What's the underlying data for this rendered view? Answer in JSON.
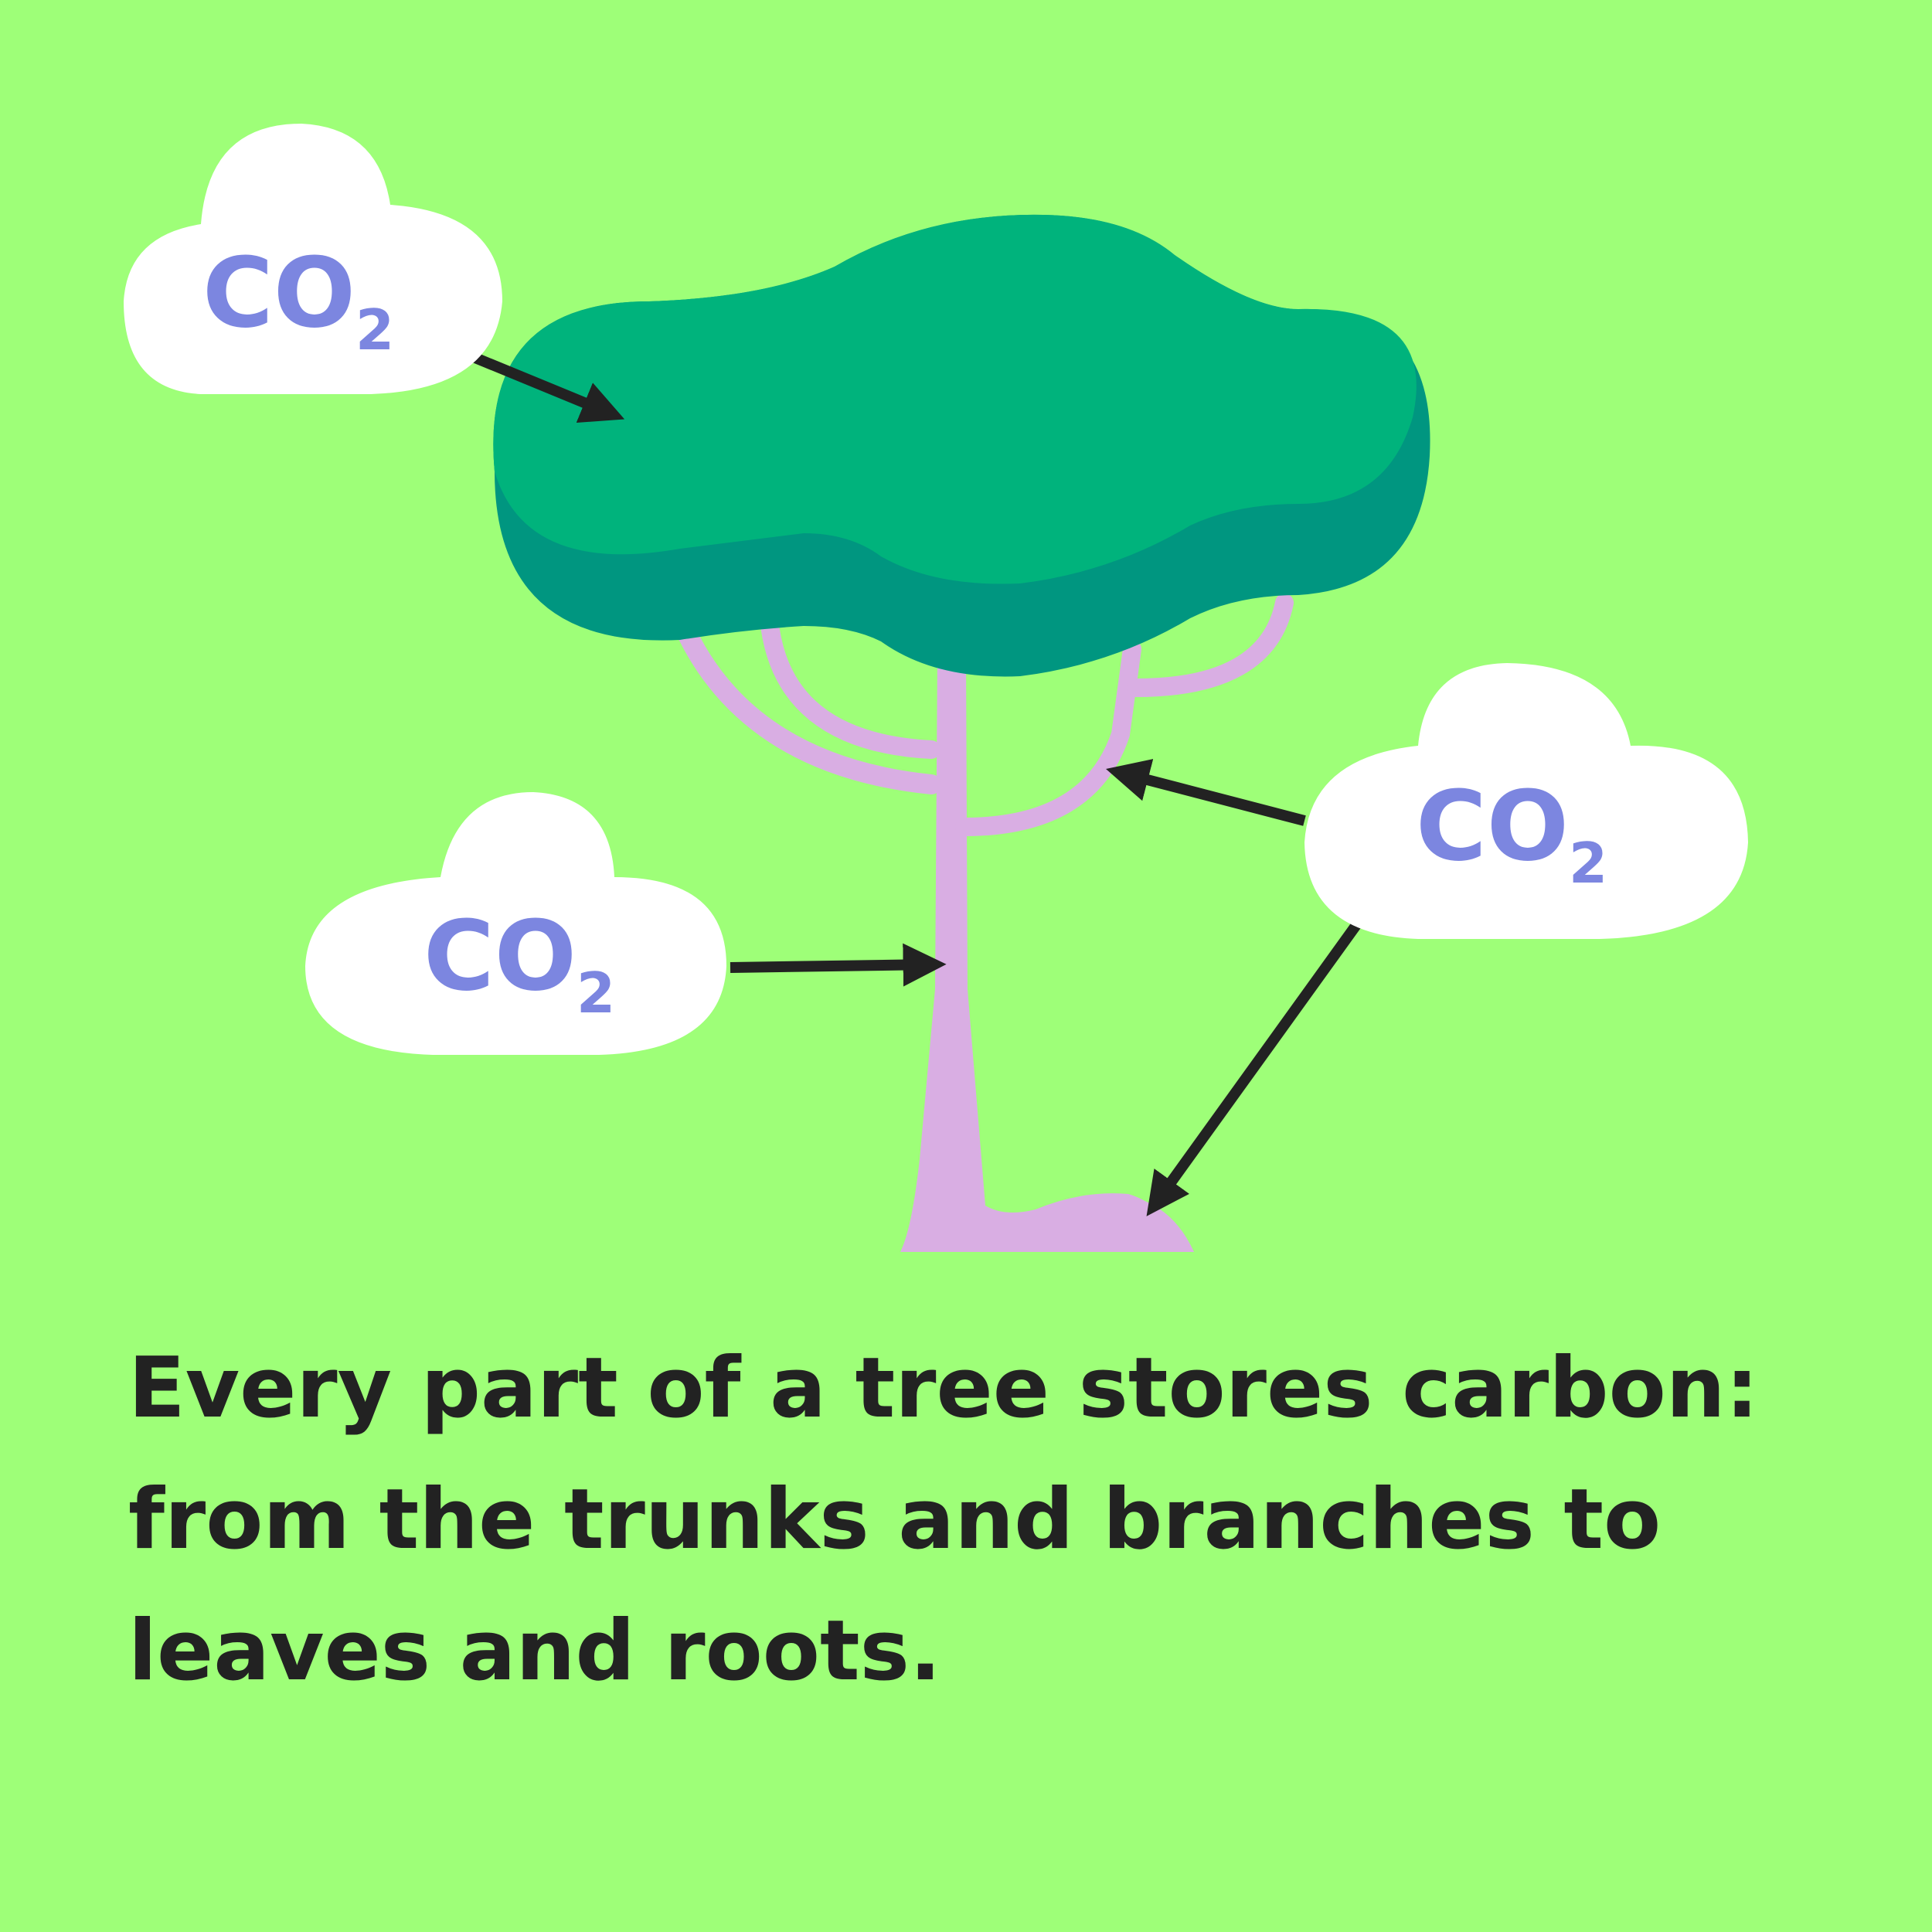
{
  "colors": {
    "background": "#9EFF78",
    "canopy_top": "#00B37C",
    "canopy_shadow": "#009680",
    "trunk": "#D9AEE3",
    "cloud": "#FFFFFF",
    "co2_text": "#7C86E0",
    "arrow": "#222222",
    "caption_text": "#222222"
  },
  "diagram": {
    "clouds": [
      {
        "name": "cloud-top-left",
        "molecule": "CO",
        "subscript": "2",
        "target": "leaves"
      },
      {
        "name": "cloud-middle-left",
        "molecule": "CO",
        "subscript": "2",
        "target": "trunk"
      },
      {
        "name": "cloud-right",
        "molecule": "CO",
        "subscript": "2",
        "target": "branches and roots"
      }
    ]
  },
  "caption": {
    "line1": "Every part of a tree stores carbon:",
    "line2": "from the trunks and branches to",
    "line3": "leaves and roots."
  }
}
